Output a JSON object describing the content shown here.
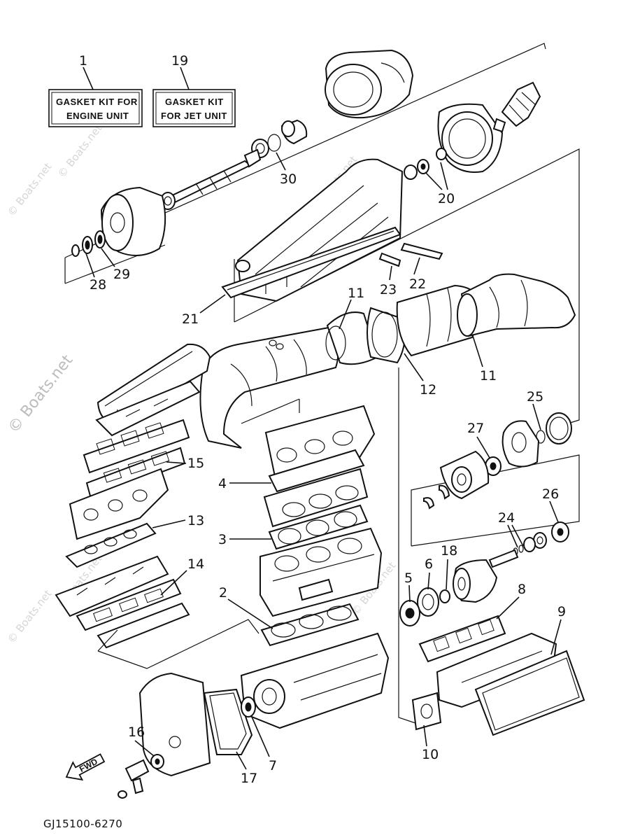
{
  "watermark": "© Boats.net",
  "kit_labels": [
    {
      "number": "1",
      "line1": "GASKET KIT FOR",
      "line2": "ENGINE UNIT"
    },
    {
      "number": "19",
      "line1": "GASKET KIT",
      "line2": "FOR JET UNIT"
    }
  ],
  "callouts": [
    "30",
    "20",
    "28",
    "29",
    "21",
    "23",
    "22",
    "11",
    "11",
    "12",
    "25",
    "15",
    "4",
    "27",
    "13",
    "3",
    "26",
    "24",
    "18",
    "14",
    "5",
    "6",
    "2",
    "8",
    "9",
    "16",
    "7",
    "17",
    "10"
  ],
  "direction_badge": "FWD",
  "diagram_code": "GJ15100-6270"
}
